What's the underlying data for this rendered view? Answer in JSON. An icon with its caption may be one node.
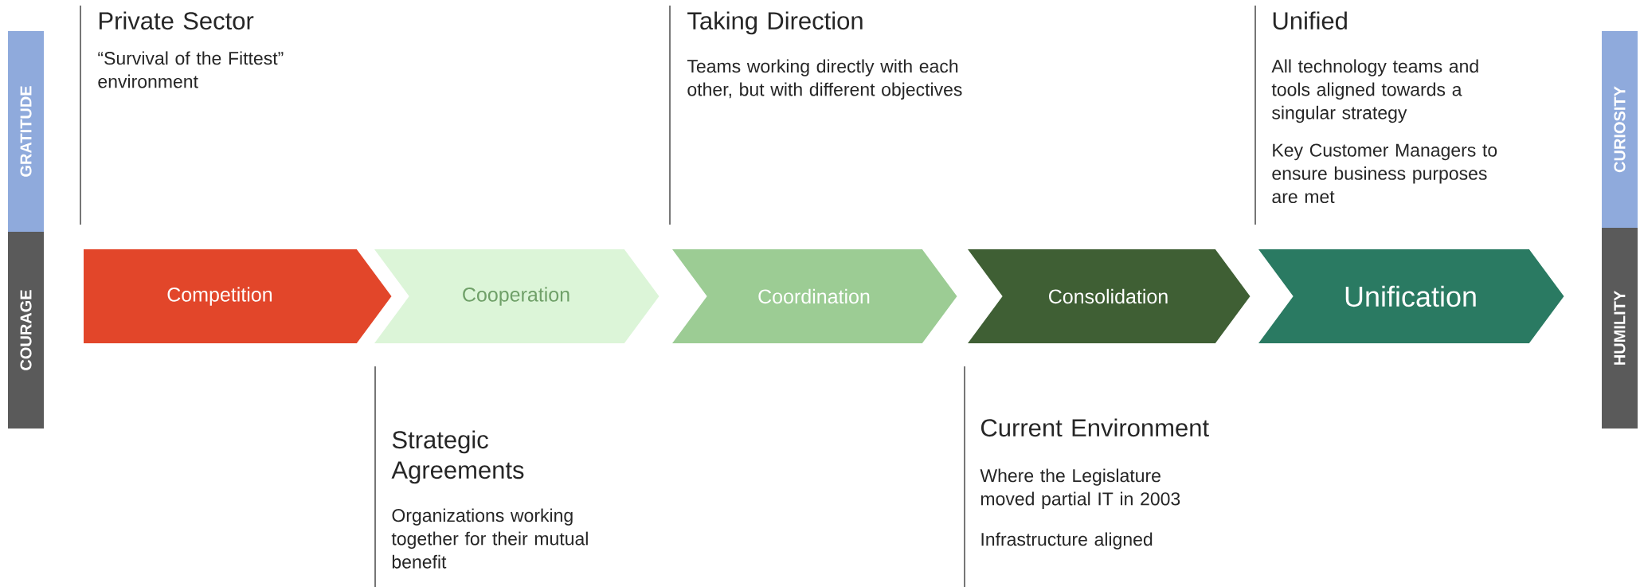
{
  "diagram": {
    "nodes": [
      {
        "text": [
          "GRATITUDE"
        ]
      },
      {
        "text": [
          "COURAGE"
        ]
      },
      {
        "text": [
          "Competition"
        ]
      },
      {
        "text": [
          "Cooperation"
        ]
      },
      {
        "text": [
          "Coordination"
        ]
      },
      {
        "text": [
          "Consolidation"
        ]
      },
      {
        "text": [
          "Unification"
        ]
      },
      {
        "text": [
          "CURIOSITY"
        ]
      },
      {
        "text": [
          "HUMILITY"
        ]
      }
    ],
    "labels": [
      "Private Sector",
      "“Survival of the Fittest” environment",
      "Taking Direction",
      "Teams working directly with each other, but with different objectives",
      "Unified",
      "All technology teams and tools aligned towards a singular strategy",
      "Key Customer Managers to ensure business purposes are met",
      "Strategic Agreements",
      "Organizations working together for their mutual benefit",
      "Current Environment",
      "Where the Legislature moved partial IT in 2003",
      "Infrastructure aligned"
    ]
  }
}
